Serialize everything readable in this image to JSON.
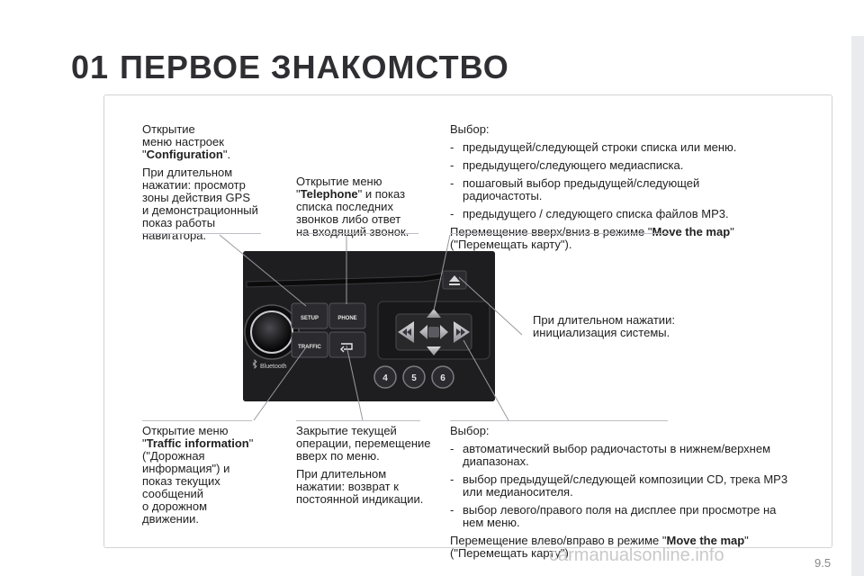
{
  "header": {
    "chapter_number": "01",
    "chapter_title": "ПЕРВОЕ ЗНАКОМСТВО"
  },
  "callouts": {
    "setup": {
      "p1_lines": [
        "Открытие",
        "меню настроек"
      ],
      "p1_quote_open": "\"",
      "p1_bold": "Configuration",
      "p1_quote_close": "\".",
      "p2_lines": [
        "При длительном",
        "нажатии: просмотр",
        "зоны действия GPS",
        "и демонстрационный",
        "показ работы",
        "навигатора."
      ]
    },
    "phone": {
      "p1_line1": "Открытие меню",
      "p1_quote_open": "\"",
      "p1_bold": "Telephone",
      "p1_after": "\" и показ",
      "p1_lines": [
        "списка последних",
        "звонков либо ответ",
        "на входящий звонок."
      ]
    },
    "select_top": {
      "title": "Выбор:",
      "items": [
        "предыдущей/следующей строки списка или меню.",
        "предыдущего/следующего медиасписка.",
        "пошаговый выбор предыдущей/следующей радиочастоты.",
        "предыдущего / следующего списка файлов MP3."
      ],
      "move_before": "Перемещение вверх/вниз в режиме \"",
      "move_bold": "Move the map",
      "move_after": "\"",
      "move_line2": "(\"Перемещать карту\")."
    },
    "reset": {
      "lines": [
        "При длительном нажатии:",
        "инициализация системы."
      ]
    },
    "traffic": {
      "p1_line1": "Открытие меню",
      "p1_quote_open": "\"",
      "p1_bold": "Traffic information",
      "p1_quote_close": "\"",
      "p1_lines": [
        "(\"Дорожная",
        "информация\") и",
        "показ текущих",
        "сообщений",
        "о дорожном",
        "движении."
      ]
    },
    "back": {
      "p1_lines": [
        "Закрытие текущей",
        "операции, перемещение",
        "вверх по меню."
      ],
      "p2_lines": [
        "При длительном",
        "нажатии: возврат к",
        "постоянной индикации."
      ]
    },
    "select_bottom": {
      "title": "Выбор:",
      "items": [
        "автоматический выбор радиочастоты в нижнем/верхнем диапазонах.",
        "выбор предыдущей/следующей композиции CD, трека MP3 или медианосителя.",
        "выбор левого/правого поля на дисплее при просмотре на нем меню."
      ],
      "move_before": "Перемещение влево/вправо в режиме \"",
      "move_bold": "Move the map",
      "move_after": "\"",
      "move_line2": "(\"Перемещать карту\")."
    }
  },
  "device": {
    "setup_label": "SETUP",
    "phone_label": "PHONE",
    "traffic_label": "TRAFFIC",
    "bluetooth_label": "Bluetooth",
    "preset_4": "4",
    "preset_5": "5",
    "preset_6": "6",
    "eject_icon": "eject-icon",
    "back_icon": "back-arrow-icon",
    "bluetooth_icon": "bluetooth-icon",
    "rewind_icon": "rewind-icon",
    "forward_icon": "fast-forward-icon"
  },
  "footer": {
    "page_number": "9.5",
    "watermark": "carmanualsonline.info"
  }
}
